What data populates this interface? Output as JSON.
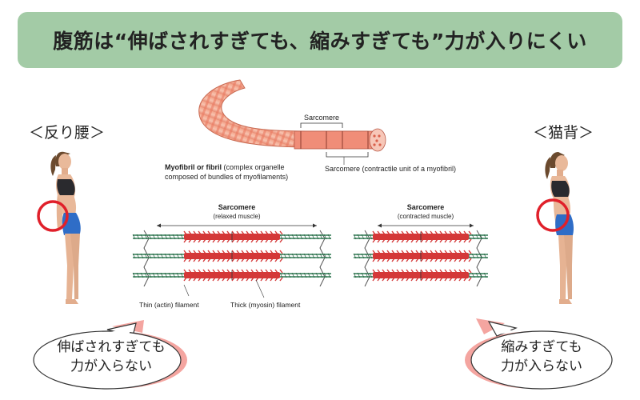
{
  "banner": {
    "title": "腹筋は“伸ばされすぎても、縮みすぎても”力が入りにくい"
  },
  "left": {
    "label": "＜反り腰＞",
    "bubble_line1": "伸ばされすぎても",
    "bubble_line2": "力が入らない"
  },
  "right": {
    "label": "＜猫背＞",
    "bubble_line1": "縮みすぎても",
    "bubble_line2": "力が入らない"
  },
  "fibril": {
    "sarcomere_label": "Sarcomere",
    "myofibril_bold": "Myofibril or fibril",
    "myofibril_rest": " (complex organelle",
    "myofibril_line2": "composed of bundles of myofilaments)",
    "sarcomere_caption": "Sarcomere (contractile unit of a myofibril)"
  },
  "relaxed": {
    "title": "Sarcomere",
    "subtitle": "(relaxed muscle)"
  },
  "contracted": {
    "title": "Sarcomere",
    "subtitle": "(contracted muscle)"
  },
  "filaments": {
    "thin_label": "Thin (actin) filament",
    "thick_label": "Thick (myosin) filament"
  },
  "colors": {
    "banner": "#a3cba6",
    "highlight_circle": "#e0202a",
    "myosin": "#d43838",
    "actin": "#2f7a52",
    "bubble_shadow": "#f4a5a0"
  }
}
